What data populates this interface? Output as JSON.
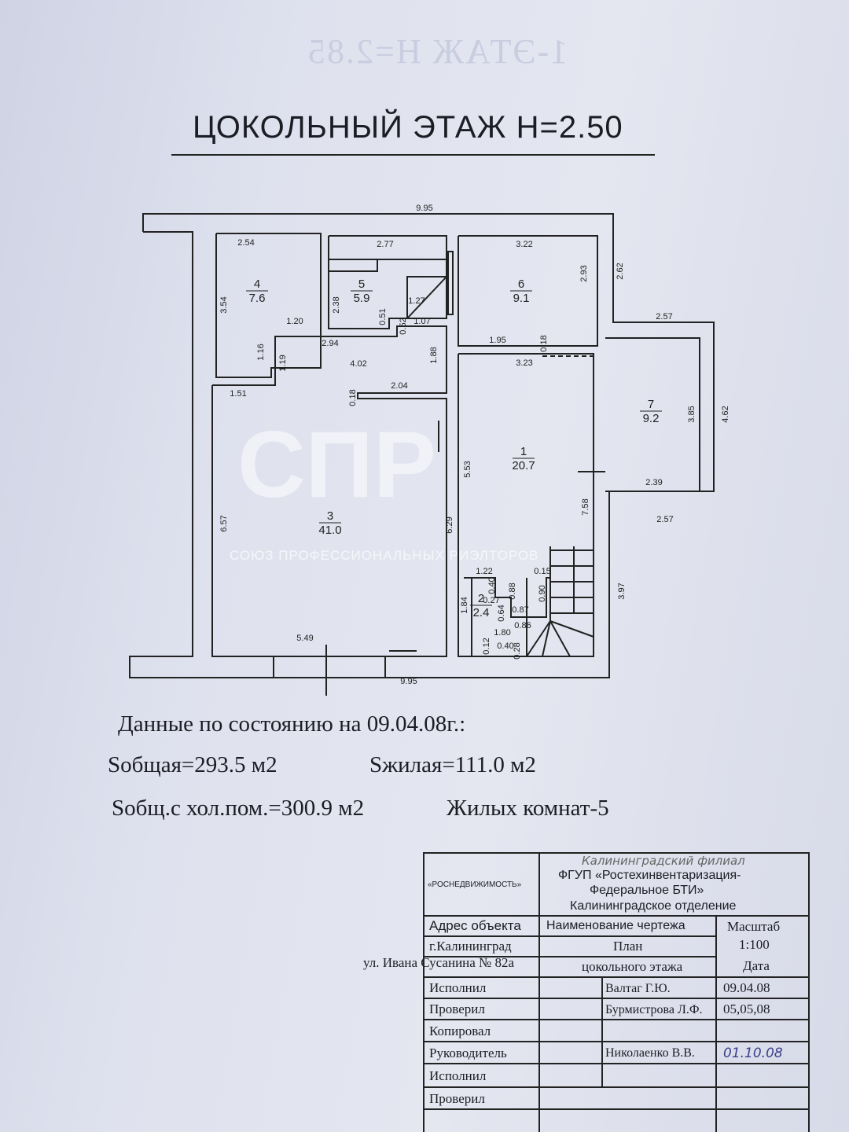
{
  "ghost_title": "1-ЭТАЖ H=2.85",
  "title": "ЦОКОЛЬНЫЙ ЭТАЖ  H=2.50",
  "plan": {
    "rooms": [
      {
        "no": "4",
        "area": "7.6"
      },
      {
        "no": "5",
        "area": "5.9"
      },
      {
        "no": "6",
        "area": "9.1"
      },
      {
        "no": "7",
        "area": "9.2"
      },
      {
        "no": "3",
        "area": "41.0"
      },
      {
        "no": "1",
        "area": "20.7"
      },
      {
        "no": "2",
        "area": "2.4"
      }
    ],
    "dims": [
      "9.95",
      "2.54",
      "2.77",
      "3.22",
      "2.62",
      "2.57",
      "3.54",
      "2.38",
      "1.27",
      "0.51",
      "0.52",
      "1.07",
      "1.20",
      "2.94",
      "1.88",
      "4.02",
      "1.16",
      "1.19",
      "1.51",
      "0.18",
      "2.04",
      "1.95",
      "0.18",
      "3.23",
      "2.93",
      "3.85",
      "4.62",
      "2.39",
      "2.57",
      "5.53",
      "7.58",
      "6.57",
      "6.29",
      "3.97",
      "5.49",
      "9.95",
      "1.22",
      "0.15",
      "0.40",
      "0.88",
      "0.90",
      "0.27",
      "0.87",
      "0.64",
      "0.86",
      "1.84",
      "1.80",
      "0.12",
      "0.40",
      "0.28"
    ],
    "watermark": "СПР",
    "watermark_sub": "СОЮЗ ПРОФЕССИОНАЛЬНЫХ РИЭЛТОРОВ"
  },
  "info": {
    "date_line": "Данные по состоянию на 09.04.08г.:",
    "s_total": "Sобщая=293.5 м2",
    "s_living": "Sжилая=111.0 м2",
    "s_total_cold": "Sобщ.с хол.пом.=300.9 м2",
    "rooms_count": "Жилых комнат-5"
  },
  "stamp": {
    "agency": "«РОСНЕДВИЖИМОСТЬ»",
    "branch_hand": "Калининградский филиал",
    "org": "ФГУП «Ростехинвентаризация-Федеральное БТИ»",
    "org_l1": "ФГУП «Ростехинвентаризация-",
    "org_l2": "Федеральное БТИ»",
    "dept": "Калининградское отделение",
    "addr_label": "Адрес объекта",
    "name_label": "Наименование чертежа",
    "scale_label": "Масштаб",
    "city": "г.Калининград",
    "plan_l1": "План",
    "scale": "1:100",
    "street": "ул. Ивана Сусанина № 82а",
    "plan_l2": "цокольного этажа",
    "date_label": "Дата",
    "rows": [
      {
        "role": "Исполнил",
        "name": "Валтаг Г.Ю.",
        "date": "09.04.08"
      },
      {
        "role": "Проверил",
        "name": "Бурмистрова Л.Ф.",
        "date": "05,05,08"
      },
      {
        "role": "Копировал",
        "name": "",
        "date": ""
      },
      {
        "role": "Руководитель",
        "name": "Николаенко В.В.",
        "date": "01.10.08"
      },
      {
        "role": "Исполнил",
        "name": "",
        "date": ""
      },
      {
        "role": "Проверил",
        "name": "",
        "date": ""
      }
    ]
  }
}
